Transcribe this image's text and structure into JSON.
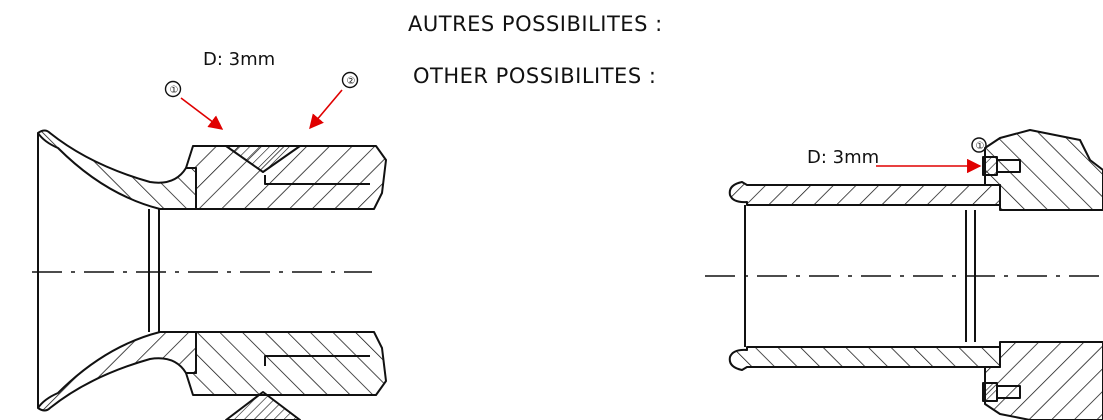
{
  "titles": {
    "french": "AUTRES POSSIBILITES :",
    "english": "OTHER POSSIBILITES :"
  },
  "left_view": {
    "dimension_label": "D: 3mm",
    "callouts": [
      "①",
      "②"
    ]
  },
  "right_view": {
    "dimension_label": "D: 3mm",
    "callouts": [
      "①"
    ]
  },
  "colors": {
    "lines": "#111111",
    "leader_arrows": "#e00000",
    "background": "#ffffff"
  }
}
